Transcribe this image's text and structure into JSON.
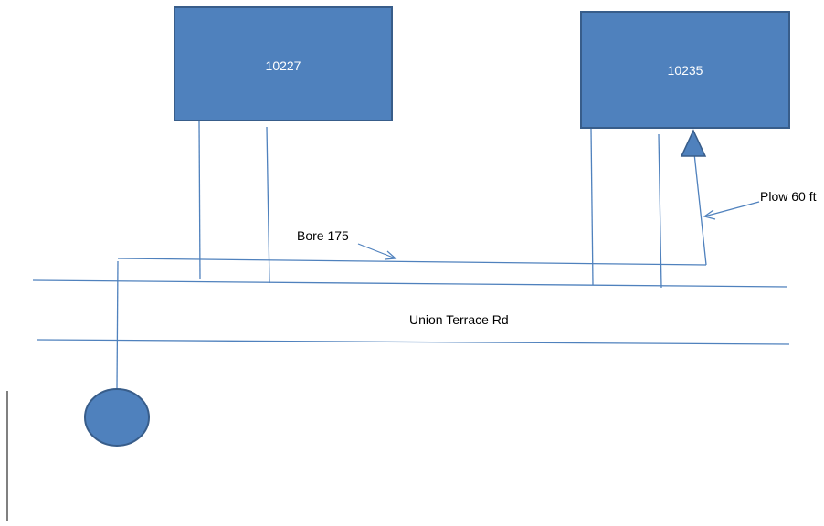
{
  "diagram": {
    "houses": [
      {
        "label": "10227"
      },
      {
        "label": "10235"
      }
    ],
    "bore_label": "Bore 175",
    "plow_label": "Plow 60 ft",
    "road_label": "Union Terrace Rd"
  },
  "colors": {
    "box_fill": "#4F81BD",
    "box_stroke": "#385D8A",
    "line": "#4F81BD",
    "text": "#000000",
    "box_text": "#FFFFFF"
  }
}
